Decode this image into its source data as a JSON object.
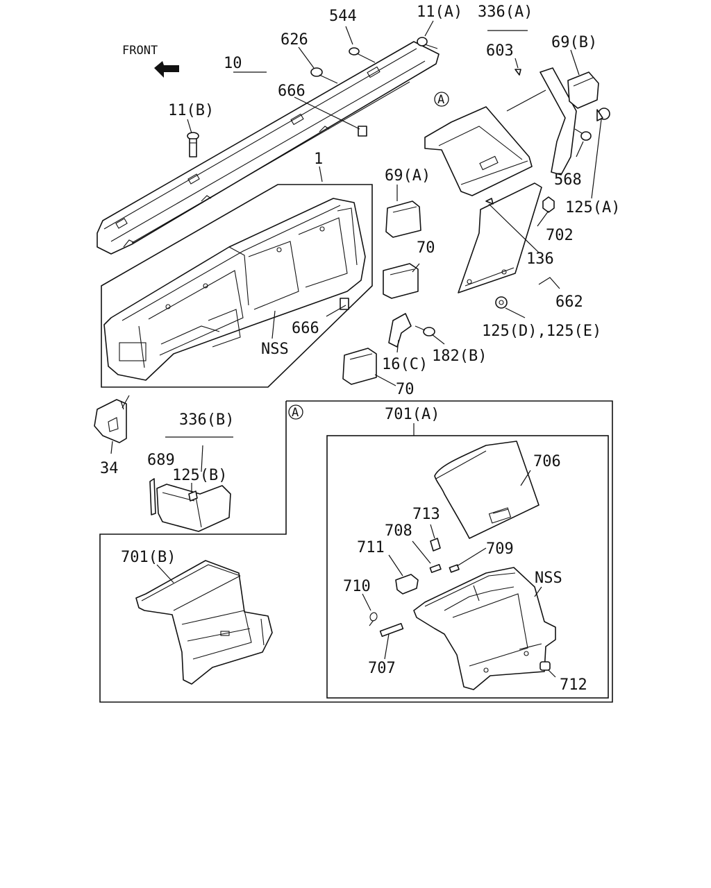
{
  "front_label": "FRONT",
  "callout": "A",
  "labels": {
    "p544": "544",
    "p11a": "11(A)",
    "p336a": "336(A)",
    "p626": "626",
    "p603": "603",
    "p69b": "69(B)",
    "p10": "10",
    "p666_top": "666",
    "p11b": "11(B)",
    "p568": "568",
    "p125a": "125(A)",
    "p1": "1",
    "p69a": "69(A)",
    "p702": "702",
    "p70_upper": "70",
    "p136": "136",
    "p662": "662",
    "p666_mid": "666",
    "nss_upper": "NSS",
    "p125de": "125(D),125(E)",
    "p182b": "182(B)",
    "p16c": "16(C)",
    "p70_lower": "70",
    "p336b": "336(B)",
    "p689": "689",
    "p125b": "125(B)",
    "p34": "34",
    "p701a": "701(A)",
    "p706": "706",
    "p713": "713",
    "p708": "708",
    "p711": "711",
    "p709": "709",
    "nss_lower": "NSS",
    "p710": "710",
    "p707": "707",
    "p712": "712",
    "p701b": "701(B)"
  }
}
